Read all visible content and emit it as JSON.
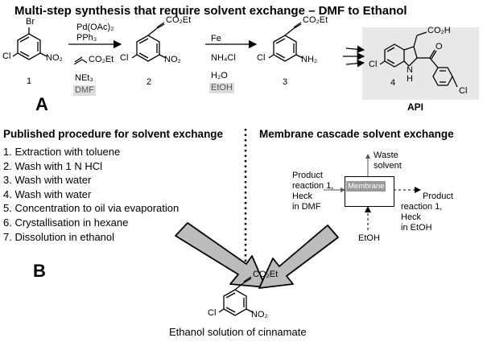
{
  "title": "Multi-step synthesis that require solvent exchange – DMF to Ethanol",
  "labels": {
    "A": "A",
    "B": "B",
    "api": "API"
  },
  "compounds": {
    "c1": {
      "number": "1",
      "br": "Br",
      "cl": "Cl",
      "no2": "NO₂"
    },
    "c2": {
      "number": "2",
      "cl": "Cl",
      "no2": "NO₂",
      "ester": "CO₂Et"
    },
    "c3": {
      "number": "3",
      "cl": "Cl",
      "nh2": "NH₂",
      "ester": "CO₂Et"
    },
    "c4": {
      "number": "4",
      "cl_left": "Cl",
      "cl_right": "Cl",
      "nh": "N",
      "h": "H",
      "acid": "CO₂H",
      "o": "O"
    },
    "product": {
      "cl": "Cl",
      "no2": "NO₂",
      "ester": "CO₂Et"
    }
  },
  "step1": {
    "reagents": [
      "Pd(OAc)₂",
      "PPh₃"
    ],
    "acrylate": "CO₂Et",
    "base": "NEt₃",
    "solvent": "DMF"
  },
  "step2": {
    "reagents": [
      "Fe",
      "NH₄Cl",
      "H₂O"
    ],
    "solvent": "EtOH"
  },
  "published": {
    "heading": "Published procedure for solvent exchange",
    "steps": [
      "1.  Extraction with toluene",
      "2.  Wash with 1 N HCl",
      "3.  Wash with water",
      "4.  Wash with water",
      "5.  Concentration to oil via evaporation",
      "6.  Crystallisation in hexane",
      "7.  Dissolution in ethanol"
    ]
  },
  "membrane": {
    "heading": "Membrane cascade solvent exchange",
    "box_label": "Membrane",
    "waste": [
      "Waste",
      "solvent"
    ],
    "feed": [
      "Product",
      "reaction 1,",
      "Heck",
      "in DMF"
    ],
    "out": [
      "Product",
      "reaction 1,",
      "Heck",
      "in EtOH"
    ],
    "etoh": "EtOH"
  },
  "result_caption": "Ethanol solution of cinnamate"
}
